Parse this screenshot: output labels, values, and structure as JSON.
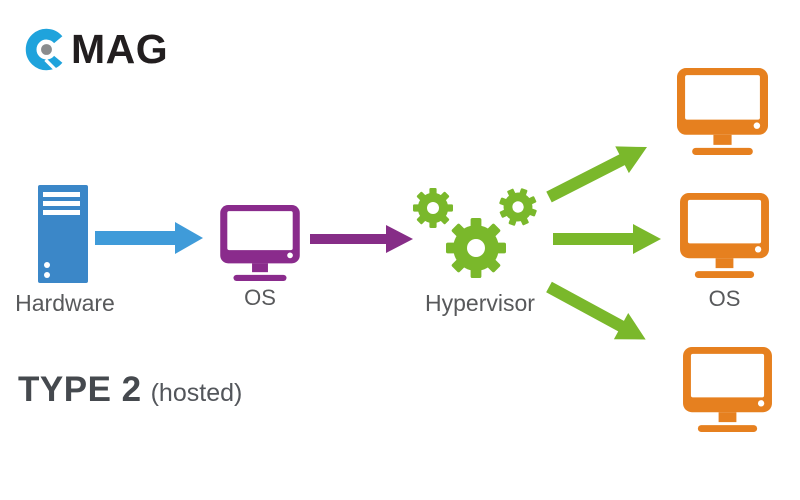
{
  "logo": {
    "text": "MAG",
    "icon": "pcmag-monogram-icon"
  },
  "colors": {
    "logo_blue": "#1FA3DC",
    "logo_dot": "#8A8C8E",
    "logo_text": "#221E1F",
    "hardware_blue": "#3B87C8",
    "arrow_blue": "#3F9BD9",
    "os_purple": "#8A2B8C",
    "arrow_purple": "#862D87",
    "green": "#7AB82B",
    "vm_orange": "#E6801F",
    "label_gray": "#58595B",
    "title_gray": "#45494E"
  },
  "diagram": {
    "hardware": {
      "label": "Hardware",
      "icon": "server-tower-icon"
    },
    "host_os": {
      "label": "OS",
      "icon": "monitor-icon"
    },
    "hypervisor": {
      "label": "Hypervisor",
      "icon": "gears-icon"
    },
    "vms": [
      {
        "label": "",
        "icon": "monitor-icon"
      },
      {
        "label": "OS",
        "icon": "monitor-icon"
      },
      {
        "label": "",
        "icon": "monitor-icon"
      }
    ],
    "arrows": [
      {
        "name": "hardware-to-os",
        "color": "#3F9BD9"
      },
      {
        "name": "os-to-hypervisor",
        "color": "#862D87"
      },
      {
        "name": "hypervisor-to-vm1",
        "color": "#7AB82B"
      },
      {
        "name": "hypervisor-to-vm2",
        "color": "#7AB82B"
      },
      {
        "name": "hypervisor-to-vm3",
        "color": "#7AB82B"
      }
    ]
  },
  "caption": {
    "title": "TYPE 2",
    "subtitle": "(hosted)"
  }
}
